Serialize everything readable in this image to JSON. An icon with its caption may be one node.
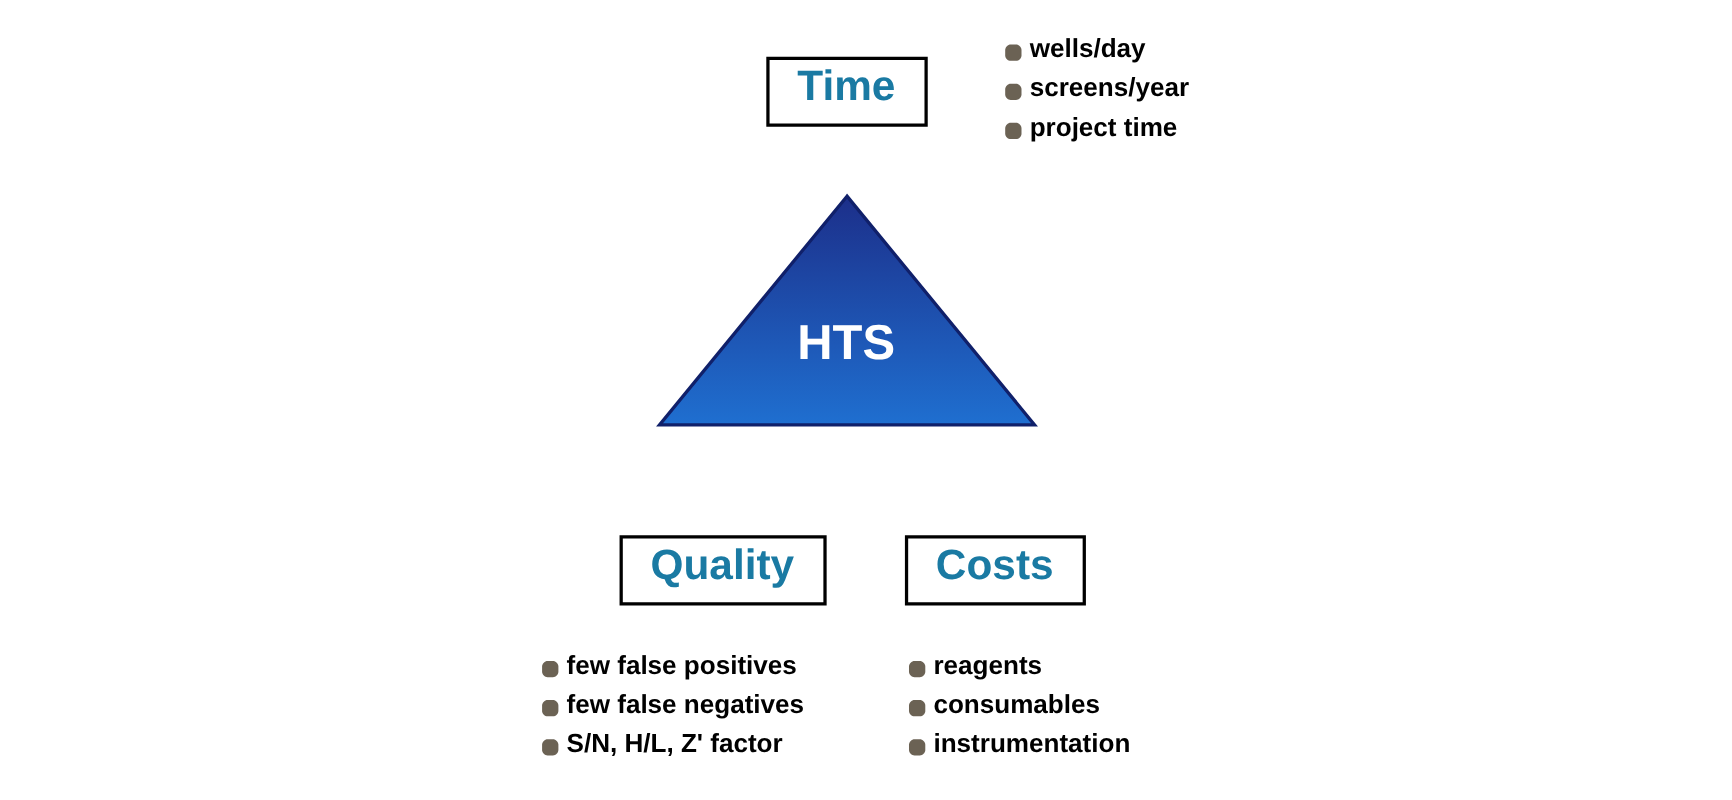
{
  "diagram": {
    "nodes": [
      {
        "text": [
          "Time"
        ],
        "beside": [
          "wells/day",
          "screens/year",
          "project time"
        ]
      },
      {
        "text": [
          "HTS"
        ]
      },
      {
        "text": [
          "Quality"
        ],
        "beside": [
          "few false positives",
          "few false negatives",
          "S/N, H/L, Z' factor"
        ]
      },
      {
        "text": [
          "Costs"
        ],
        "beside": [
          "reagents",
          "consumables",
          "instrumentation"
        ]
      }
    ],
    "edges": []
  }
}
